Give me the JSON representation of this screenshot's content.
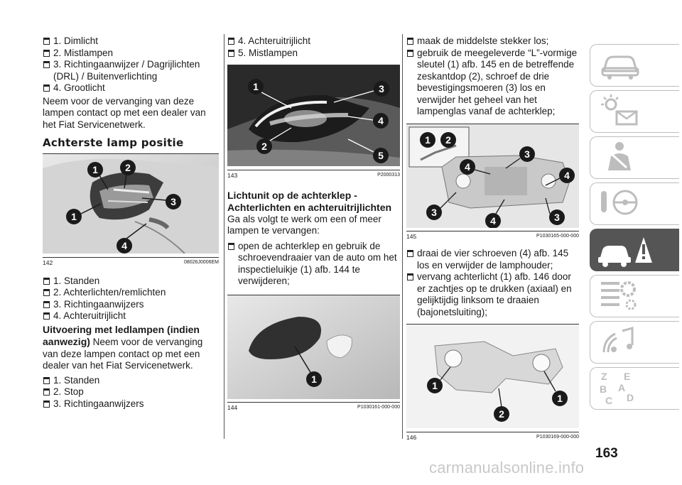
{
  "column1": {
    "list_a": [
      "1. Dimlicht",
      "2. Mistlampen",
      "3. Richtingaanwijzer / Dagrijlichten (DRL) / Buitenverlichting",
      "4. Grootlicht"
    ],
    "para_a": "Neem voor de vervanging van deze lampen contact op met een dealer van het Fiat Servicenetwerk.",
    "heading": "Achterste lamp positie",
    "fig142": {
      "number": "142",
      "code": "08026J0006EM",
      "callouts": [
        "1",
        "2",
        "3",
        "1",
        "4"
      ]
    },
    "list_b": [
      "1. Standen",
      "2. Achterlichten/remlichten",
      "3. Richtingaanwijzers",
      "4. Achteruitrijlicht"
    ],
    "subhead": "Uitvoering met ledlampen (indien aanwezig)",
    "subhead_text": "Neem voor de vervanging van deze lampen contact op met een dealer van het Fiat Servicenetwerk.",
    "list_c": [
      "1. Standen",
      "2. Stop",
      "3. Richtingaanwijzers"
    ]
  },
  "column2": {
    "list_a": [
      "4. Achteruitrijlicht",
      "5. Mistlampen"
    ],
    "fig143": {
      "number": "143",
      "code": "P2000313",
      "callouts": [
        "1",
        "3",
        "4",
        "2",
        "5"
      ]
    },
    "subhead": "Lichtunit op de achterklep - Achterlichten en achteruitrijlichten",
    "para": "Ga als volgt te werk om een of meer lampen te vervangen:",
    "list_b": [
      "open de achterklep en gebruik de schroevendraaier van de auto om het inspectieluikje (1) afb. 144 te verwijderen;"
    ],
    "fig144": {
      "number": "144",
      "code": "P1030161-000-000",
      "callouts": [
        "1"
      ]
    }
  },
  "column3": {
    "list_a": [
      "maak de middelste stekker los;",
      "gebruik de meegeleverde “L”-vormige sleutel (1) afb. 145 en de betreffende zeskantdop (2), schroef de drie bevestigingsmoeren (3) los en verwijder het geheel van het lampenglas vanaf de achterklep;"
    ],
    "fig145": {
      "number": "145",
      "code": "P1030165-000-000",
      "callouts": [
        "1",
        "2",
        "3",
        "4",
        "4",
        "3",
        "4",
        "3"
      ]
    },
    "list_b": [
      "draai de vier schroeven (4) afb. 145 los en verwijder de lamphouder;",
      "vervang achterlicht (1) afb. 146 door er zachtjes op te drukken (axiaal) en gelijktijdig linksom te draaien (bajonetsluiting);"
    ],
    "fig146": {
      "number": "146",
      "code": "P1030169-000-000",
      "callouts": [
        "1",
        "1",
        "2"
      ]
    }
  },
  "page_number": "163",
  "watermark": "carmanualsonline.info",
  "sidebar": {
    "tabs": [
      "car-icon",
      "dashboard-lights-icon",
      "safety-person-icon",
      "steering-icon",
      "breakdown-warning-icon",
      "maintenance-gears-icon",
      "multimedia-icon",
      "index-letters-icon"
    ],
    "active": 4,
    "index_letters": [
      "Z",
      "E",
      "B",
      "A",
      "C",
      "D"
    ]
  },
  "colors": {
    "active_tab": "#555555",
    "tab_border": "#bdbdbd",
    "text": "#1a1a1a"
  }
}
